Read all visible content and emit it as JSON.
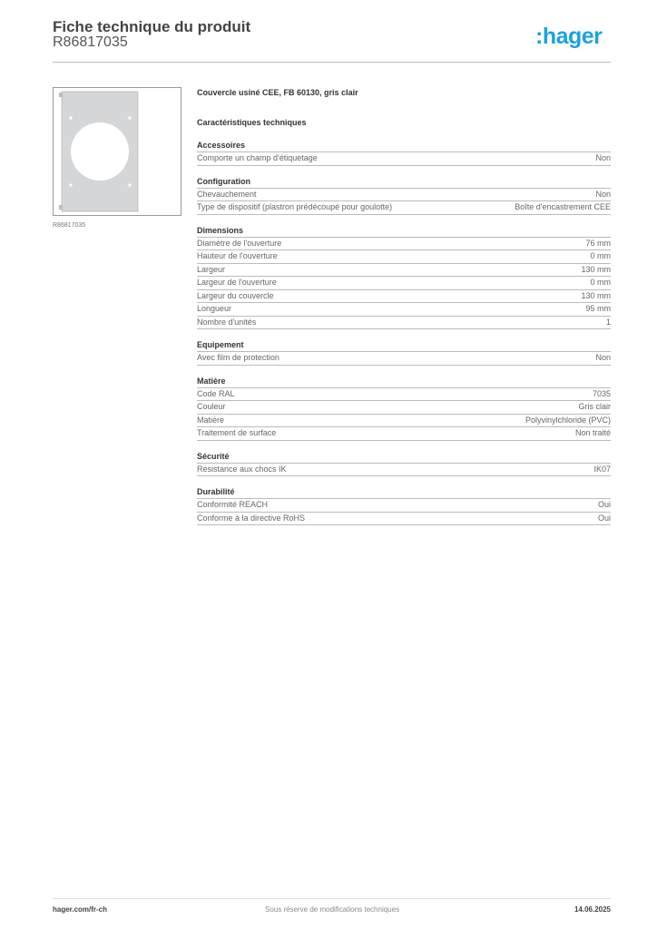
{
  "header": {
    "title": "Fiche technique du produit",
    "reference": "R86817035",
    "logo": ":hager"
  },
  "image": {
    "caption": "R86817035"
  },
  "product": {
    "description": "Couvercle usiné CEE, FB 60130, gris clair",
    "characteristics_title": "Caractéristiques techniques"
  },
  "sections": [
    {
      "title": "Accessoires",
      "rows": [
        {
          "label": "Comporte un champ d'étiquetage",
          "value": "Non"
        }
      ]
    },
    {
      "title": "Configuration",
      "rows": [
        {
          "label": "Chevauchement",
          "value": "Non"
        },
        {
          "label": "Type de dispositif (plastron prédécoupé pour goulotte)",
          "value": "Boîte d'encastrement CEE"
        }
      ]
    },
    {
      "title": "Dimensions",
      "rows": [
        {
          "label": "Diamètre de l'ouverture",
          "value": "76 mm"
        },
        {
          "label": "Hauteur de l'ouverture",
          "value": "0 mm"
        },
        {
          "label": "Largeur",
          "value": "130 mm"
        },
        {
          "label": "Largeur de l'ouverture",
          "value": "0 mm"
        },
        {
          "label": "Largeur du couvercle",
          "value": "130 mm"
        },
        {
          "label": "Longueur",
          "value": "95 mm"
        },
        {
          "label": "Nombre d'unités",
          "value": "1"
        }
      ]
    },
    {
      "title": "Equipement",
      "rows": [
        {
          "label": "Avec film de protection",
          "value": "Non"
        }
      ]
    },
    {
      "title": "Matière",
      "rows": [
        {
          "label": "Code RAL",
          "value": "7035"
        },
        {
          "label": "Couleur",
          "value": "Gris clair"
        },
        {
          "label": "Matière",
          "value": "Polyvinylchloride (PVC)"
        },
        {
          "label": "Traitement de surface",
          "value": "Non traité"
        }
      ]
    },
    {
      "title": "Sécurité",
      "rows": [
        {
          "label": "Résistance aux chocs IK",
          "value": "IK07"
        }
      ]
    },
    {
      "title": "Durabilité",
      "rows": [
        {
          "label": "Conformité REACH",
          "value": "Oui"
        },
        {
          "label": "Conforme à la directive RoHS",
          "value": "Oui"
        }
      ]
    }
  ],
  "footer": {
    "website": "hager.com/fr-ch",
    "notice": "Sous réserve de modifications techniques",
    "date": "14.06.2025"
  },
  "colors": {
    "brand": "#1aa3dd"
  }
}
